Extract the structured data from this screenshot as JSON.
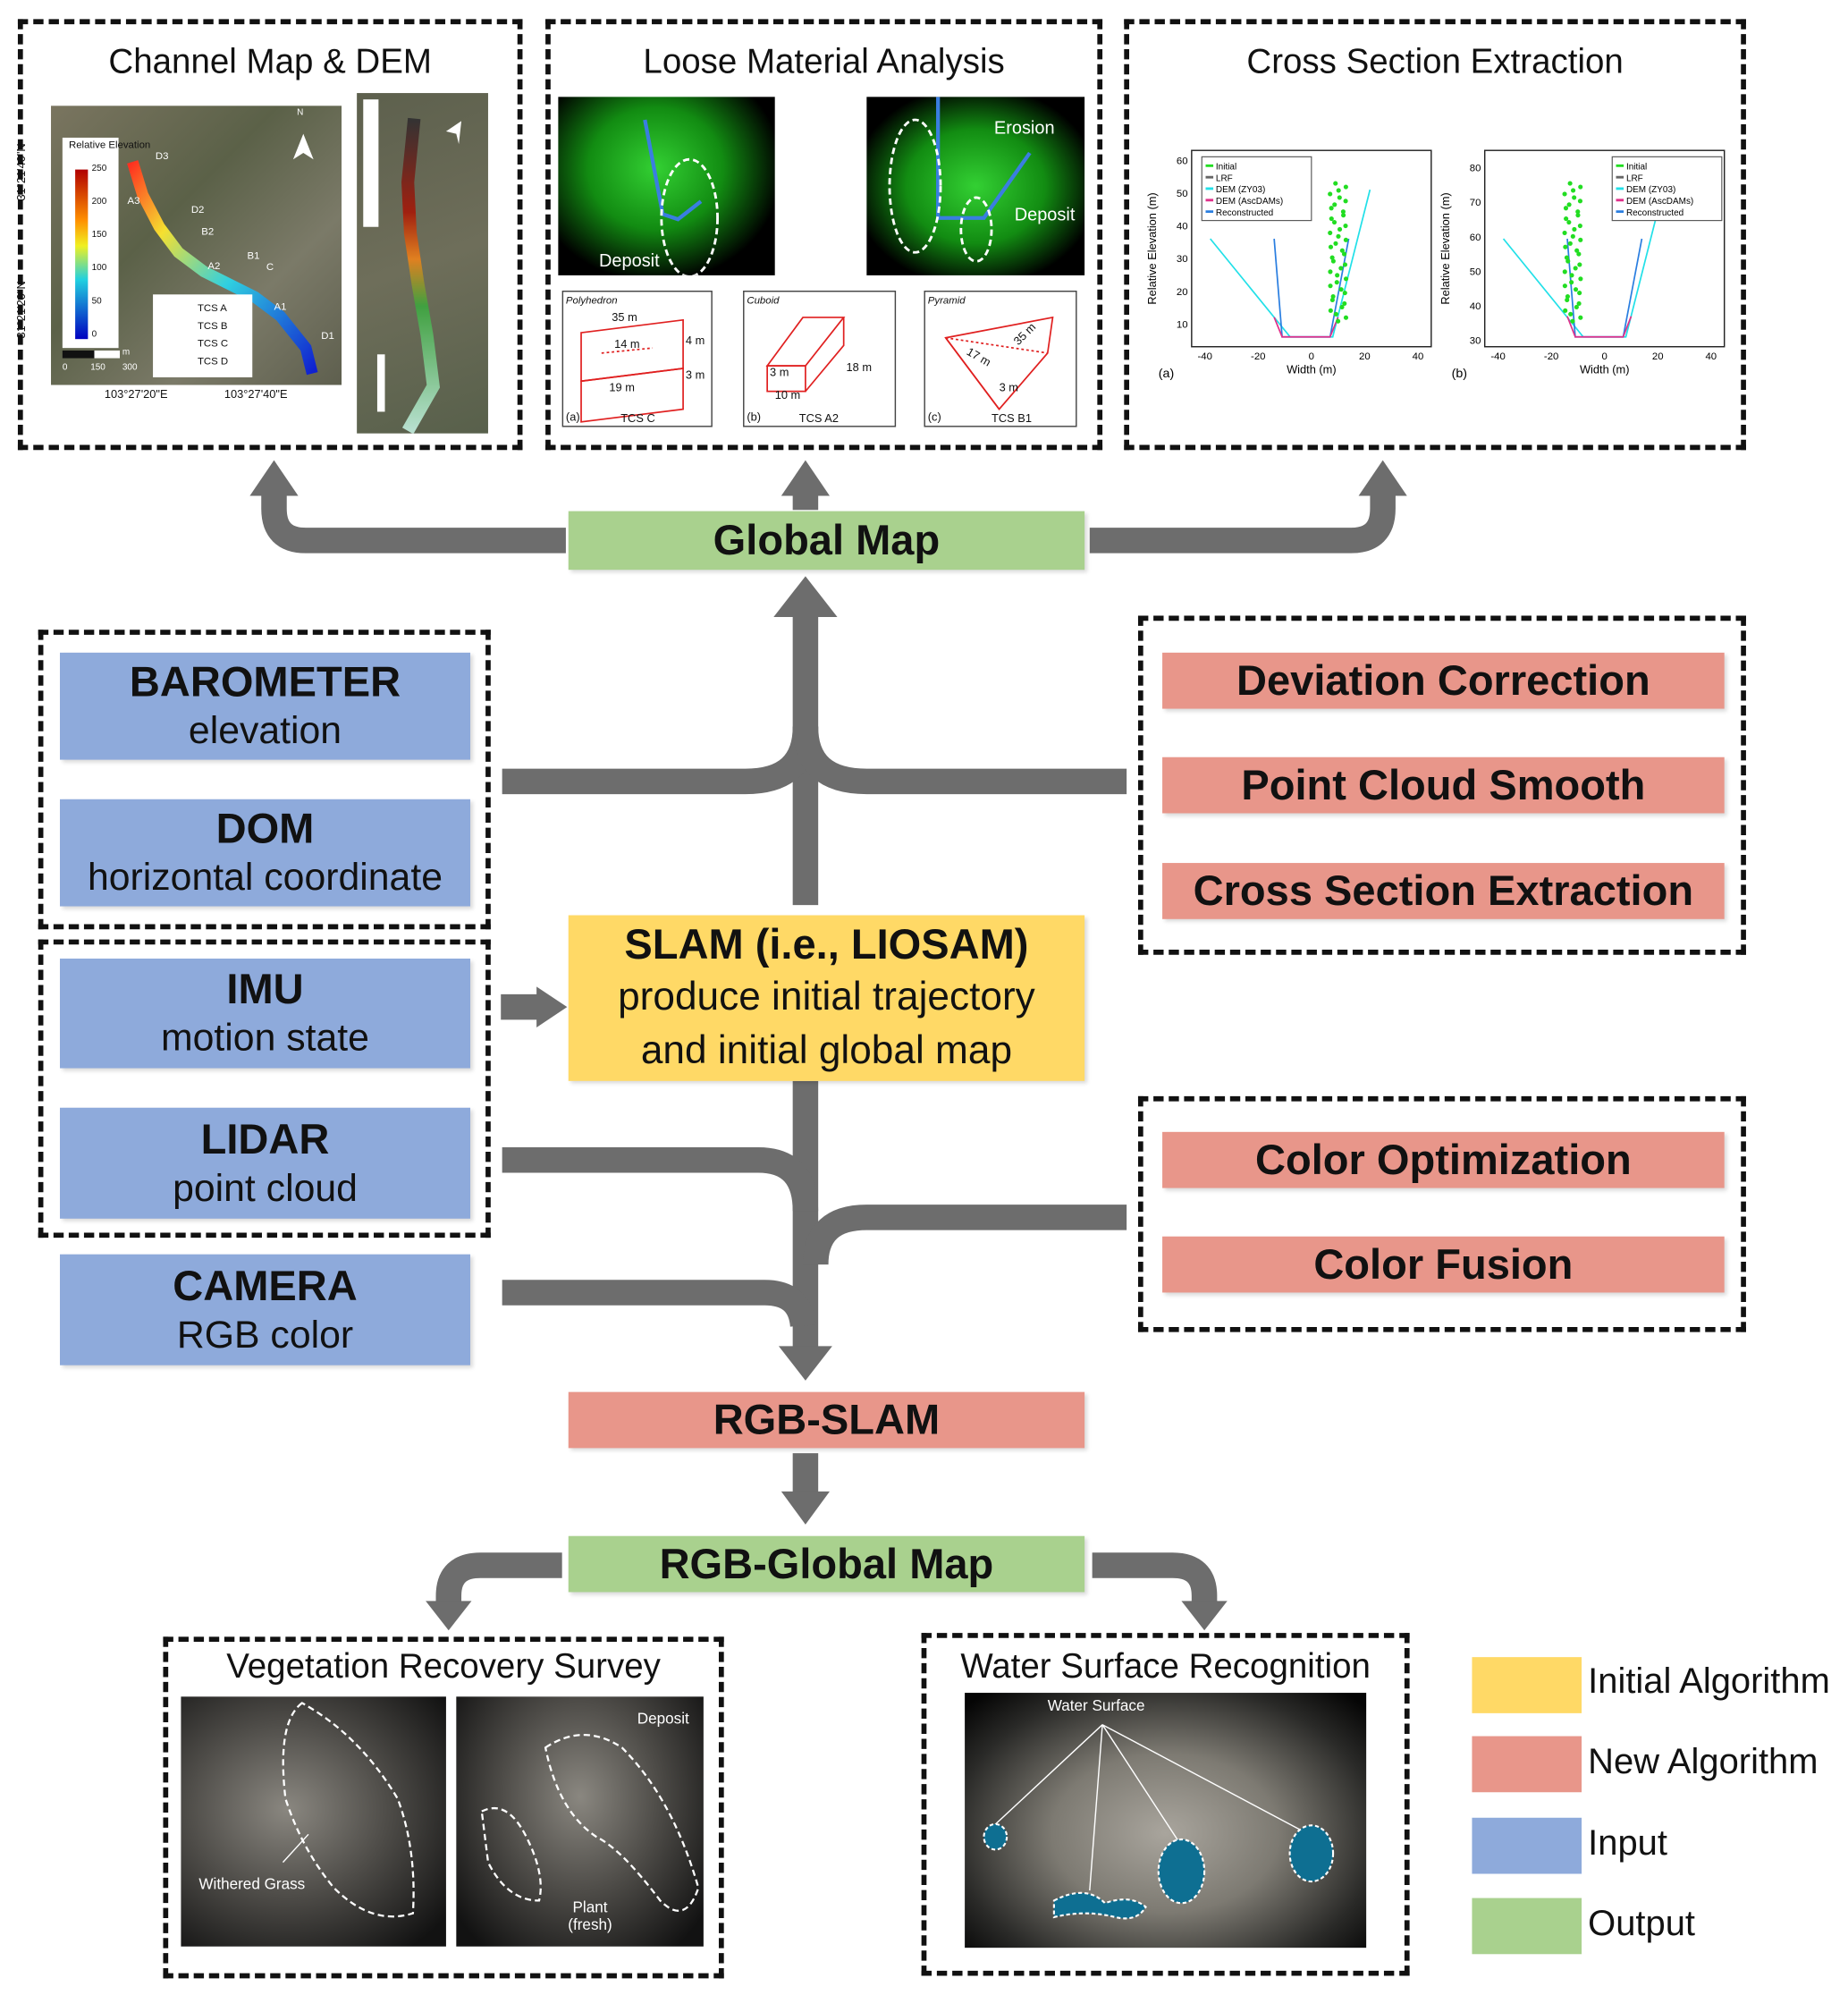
{
  "panels": {
    "channel_map": {
      "title": "Channel Map & DEM",
      "colorbar_title": "Relative Elevation",
      "colorbar_ticks": [
        "250",
        "200",
        "150",
        "100",
        "50",
        "0"
      ],
      "points": [
        "D3",
        "A3",
        "D2",
        "B2",
        "A2",
        "B1",
        "C",
        "A1",
        "D1"
      ],
      "legend": [
        "TCS A",
        "TCS B",
        "TCS C",
        "TCS D"
      ],
      "scale_unit": "m",
      "scale_ticks": [
        "0",
        "150",
        "300"
      ],
      "lon_labels": [
        "103°27'20\"E",
        "103°27'40\"E"
      ],
      "lat_labels": [
        "31°21'40\"N",
        "31°21'20\"N"
      ],
      "north": "N"
    },
    "loose_material": {
      "title": "Loose Material Analysis",
      "left_label": "Deposit",
      "right_labels": [
        "Erosion",
        "Deposit"
      ],
      "shapes": [
        {
          "name": "Polyhedron",
          "tag": "(a)",
          "tcs": "TCS C",
          "dims": [
            "35 m",
            "14 m",
            "4 m",
            "3 m",
            "19 m"
          ]
        },
        {
          "name": "Cuboid",
          "tag": "(b)",
          "tcs": "TCS A2",
          "dims": [
            "3 m",
            "18 m",
            "10 m"
          ]
        },
        {
          "name": "Pyramid",
          "tag": "(c)",
          "tcs": "TCS B1",
          "dims": [
            "35 m",
            "17 m",
            "3 m"
          ]
        }
      ]
    },
    "cross_section": {
      "title": "Cross Section Extraction",
      "charts": [
        {
          "tag": "(a)",
          "xlabel": "Width (m)",
          "ylabel": "Relative Elevation (m)",
          "xticks": [
            "-40",
            "-20",
            "0",
            "20",
            "40"
          ],
          "yticks": [
            "10",
            "20",
            "30",
            "40",
            "50",
            "60"
          ],
          "ylim": [
            3,
            63
          ],
          "xlim": [
            -45,
            45
          ],
          "legend": [
            "Initial",
            "LRF",
            "DEM (ZY03)",
            "DEM (AscDAMs)",
            "Reconstructed"
          ]
        },
        {
          "tag": "(b)",
          "xlabel": "Width (m)",
          "ylabel": "Relative Elevation (m)",
          "xticks": [
            "-40",
            "-20",
            "0",
            "20",
            "40"
          ],
          "yticks": [
            "30",
            "40",
            "50",
            "60",
            "70",
            "80"
          ],
          "ylim": [
            28,
            85
          ],
          "xlim": [
            -45,
            45
          ],
          "legend": [
            "Initial",
            "LRF",
            "DEM (ZY03)",
            "DEM (AscDAMs)",
            "Reconstructed"
          ]
        }
      ],
      "series_colors": {
        "Initial": "#22dd22",
        "LRF": "#666666",
        "DEM (ZY03)": "#22e0e8",
        "DEM (AscDAMs)": "#e0308a",
        "Reconstructed": "#2a7ee0"
      }
    },
    "vegetation": {
      "title": "Vegetation Recovery Survey",
      "labels": [
        "Withered Grass",
        "Deposit",
        "Plant (fresh)"
      ]
    },
    "water": {
      "title": "Water Surface Recognition",
      "label": "Water Surface"
    }
  },
  "nodes": {
    "global_map": "Global Map",
    "barometer": {
      "title": "BAROMETER",
      "sub": "elevation"
    },
    "dom": {
      "title": "DOM",
      "sub": "horizontal coordinate"
    },
    "imu": {
      "title": "IMU",
      "sub": "motion state"
    },
    "lidar": {
      "title": "LIDAR",
      "sub": "point cloud"
    },
    "camera": {
      "title": "CAMERA",
      "sub": "RGB color"
    },
    "slam": {
      "title": "SLAM (i.e., LIOSAM)",
      "sub1": "produce initial trajectory",
      "sub2": "and initial global map"
    },
    "deviation": "Deviation Correction",
    "smooth": "Point Cloud Smooth",
    "cross": "Cross Section Extraction",
    "color_opt": "Color Optimization",
    "color_fusion": "Color Fusion",
    "rgb_slam": "RGB-SLAM",
    "rgb_global": "RGB-Global Map"
  },
  "legend": [
    {
      "label": "Initial Algorithm",
      "color": "#ffd966"
    },
    {
      "label": "New Algorithm",
      "color": "#e8968a"
    },
    {
      "label": "Input",
      "color": "#8eaadb"
    },
    {
      "label": "Output",
      "color": "#a9d18e"
    }
  ],
  "colors": {
    "arrow": "#6d6d6d",
    "input": "#8eaadb",
    "new": "#e8968a",
    "initial": "#ffd966",
    "output": "#a9d18e"
  }
}
